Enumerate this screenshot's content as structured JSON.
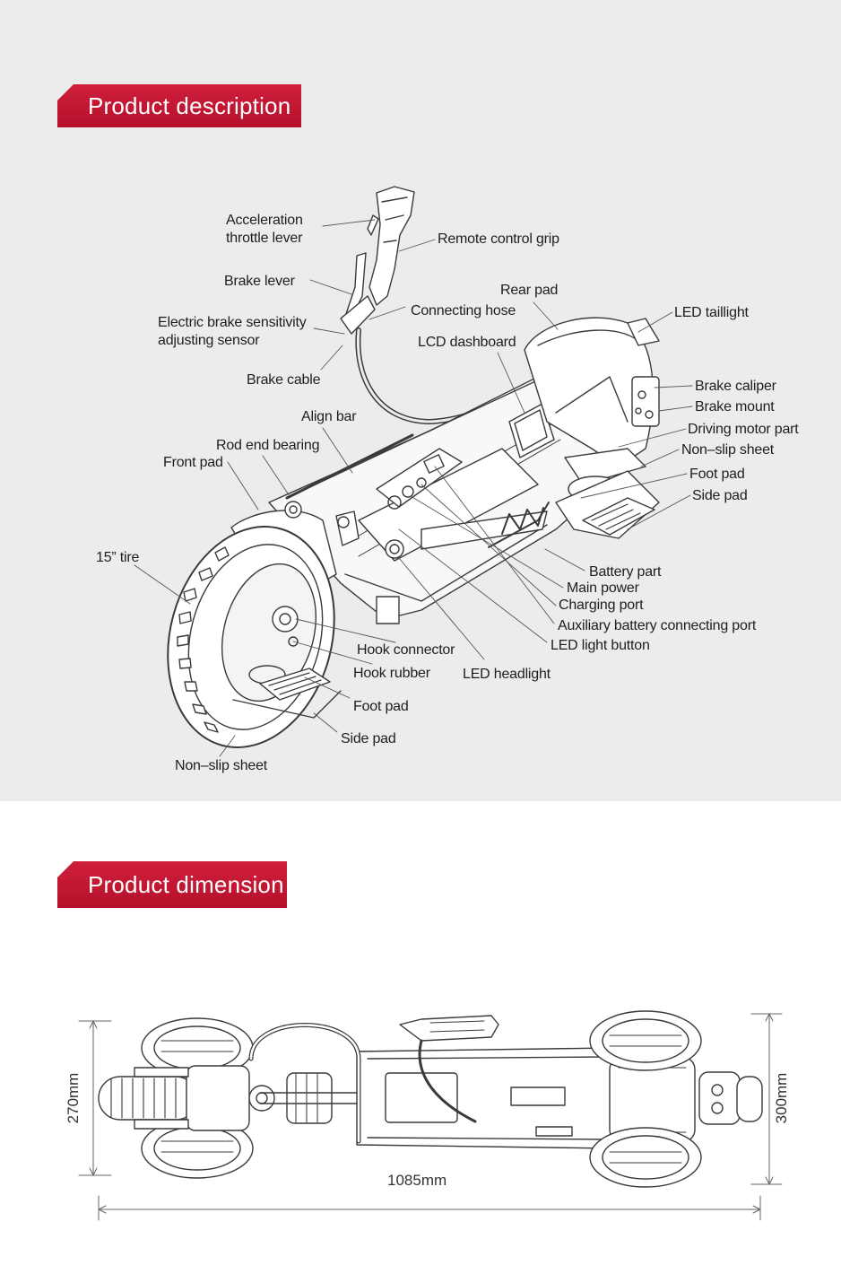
{
  "sections": {
    "description": {
      "title": "Product description"
    },
    "dimension": {
      "title": "Product dimension"
    }
  },
  "labels": {
    "acceleration_1": "Acceleration",
    "acceleration_2": "throttle lever",
    "remote_grip": "Remote control grip",
    "brake_lever": "Brake lever",
    "rear_pad": "Rear pad",
    "connecting_hose": "Connecting hose",
    "led_taillight": "LED taillight",
    "ebrake_1": "Electric brake sensitivity",
    "ebrake_2": "adjusting sensor",
    "lcd_dashboard": "LCD dashboard",
    "brake_cable": "Brake cable",
    "brake_caliper": "Brake caliper",
    "brake_mount": "Brake mount",
    "align_bar": "Align bar",
    "driving_motor": "Driving motor part",
    "rod_end_bearing": "Rod end bearing",
    "non_slip_right": "Non–slip sheet",
    "front_pad": "Front pad",
    "foot_pad_right": "Foot pad",
    "side_pad_right": "Side pad",
    "tire": "15” tire",
    "battery_part": "Battery part",
    "main_power": "Main power",
    "charging_port": "Charging port",
    "aux_battery": "Auxiliary battery connecting port",
    "led_light_button": "LED light button",
    "hook_connector": "Hook connector",
    "hook_rubber": "Hook rubber",
    "led_headlight": "LED headlight",
    "foot_pad_left": "Foot pad",
    "side_pad_left": "Side pad",
    "non_slip_left": "Non–slip sheet"
  },
  "dimensions": {
    "length": "1085mm",
    "width_left": "270mm",
    "width_right": "300mm"
  },
  "colors": {
    "ribbon": "#c8173a",
    "line_art": "#3a3a3a",
    "background_top": "#ececec"
  }
}
